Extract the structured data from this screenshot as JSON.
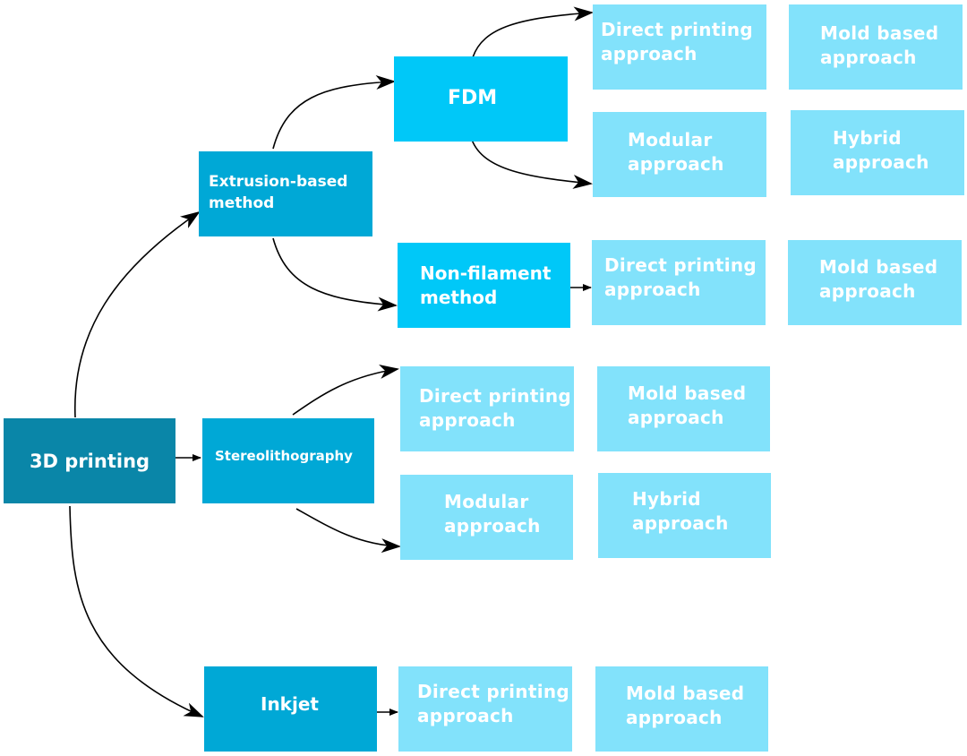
{
  "root": "3D printing",
  "methods": {
    "extrusion": "Extrusion-based method",
    "stereolithography": "Stereolithography",
    "inkjet": "Inkjet"
  },
  "submethods": {
    "fdm": "FDM",
    "non_filament": "Non-filament method"
  },
  "fdm_approaches": {
    "direct": "Direct printing approach",
    "mold": "Mold based approach",
    "modular": "Modular approach",
    "hybrid": "Hybrid approach"
  },
  "non_filament_approaches": {
    "direct": "Direct printing approach",
    "mold": "Mold based approach"
  },
  "stereo_approaches": {
    "direct": "Direct printing approach",
    "mold": "Mold based approach",
    "modular": "Modular approach",
    "hybrid": "Hybrid approach"
  },
  "inkjet_approaches": {
    "direct": "Direct printing approach",
    "mold": "Mold based approach"
  }
}
